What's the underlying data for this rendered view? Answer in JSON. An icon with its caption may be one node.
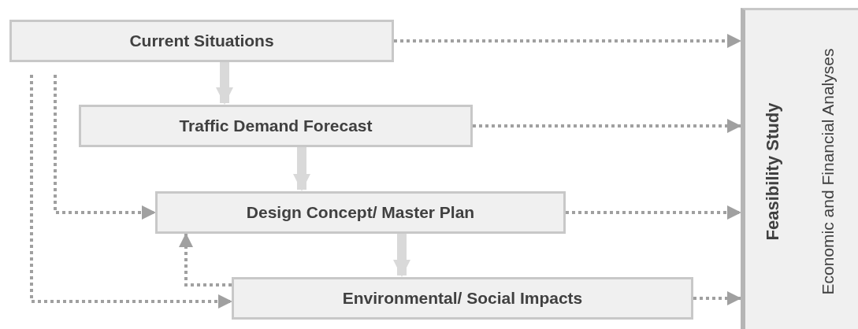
{
  "diagram": {
    "nodes": [
      {
        "text": [
          "Current Situations"
        ]
      },
      {
        "text": [
          "Traffic Demand Forecast"
        ]
      },
      {
        "text": [
          "Design Concept/ Master Plan"
        ]
      },
      {
        "text": [
          "Environmental/ Social Impacts"
        ]
      },
      {
        "text": [
          "Feasibility Study",
          "Economic and Financial Analyses"
        ]
      }
    ],
    "edges": [
      {
        "from": 0,
        "to": 1,
        "arrow": "to",
        "style": "thick",
        "color": "#d9d9d9"
      },
      {
        "from": 1,
        "to": 2,
        "arrow": "to",
        "style": "thick",
        "color": "#d9d9d9"
      },
      {
        "from": 2,
        "to": 3,
        "arrow": "to",
        "style": "thick",
        "color": "#d9d9d9"
      },
      {
        "from": 0,
        "to": 4,
        "arrow": "to",
        "style": "dashed"
      },
      {
        "from": 1,
        "to": 4,
        "arrow": "to",
        "style": "dashed"
      },
      {
        "from": 2,
        "to": 4,
        "arrow": "to",
        "style": "dashed"
      },
      {
        "from": 3,
        "to": 4,
        "arrow": "to",
        "style": "dashed"
      },
      {
        "from": 0,
        "to": 2,
        "arrow": "to",
        "style": "dashed"
      },
      {
        "from": 0,
        "to": 3,
        "arrow": "to",
        "style": "dashed"
      },
      {
        "from": 3,
        "to": 2,
        "arrow": "to",
        "style": "dashed"
      }
    ]
  }
}
